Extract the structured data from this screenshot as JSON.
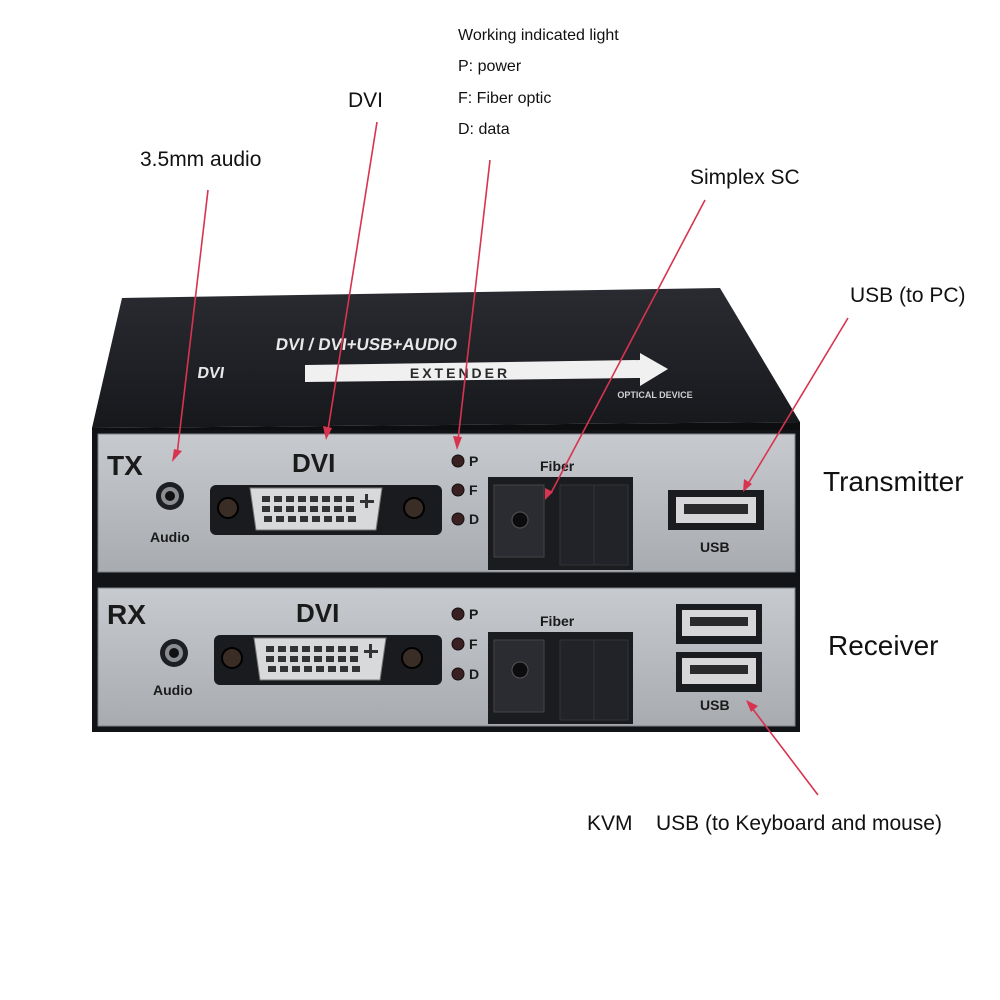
{
  "annotations": {
    "indicator_title": "Working indicated light",
    "indicator_p": "P: power",
    "indicator_f": "F: Fiber optic",
    "indicator_d": "D: data",
    "dvi": "DVI",
    "audio": "3.5mm audio",
    "simplex_sc": "Simplex SC",
    "usb_pc": "USB (to PC)",
    "transmitter": "Transmitter",
    "receiver": "Receiver",
    "kvm": "KVM",
    "usb_kbd": "USB (to Keyboard and mouse)"
  },
  "device": {
    "top_label": "DVI / DVI+USB+AUDIO",
    "top_dvi": "DVI",
    "top_extender": "EXTENDER",
    "top_optical": "OPTICAL DEVICE",
    "tx": {
      "mode": "TX",
      "dvi": "DVI",
      "audio": "Audio",
      "fiber": "Fiber",
      "usb": "USB",
      "led_p": "P",
      "led_f": "F",
      "led_d": "D"
    },
    "rx": {
      "mode": "RX",
      "dvi": "DVI",
      "audio": "Audio",
      "fiber": "Fiber",
      "usb": "USB",
      "led_p": "P",
      "led_f": "F",
      "led_d": "D"
    }
  },
  "colors": {
    "arrow": "#d8334f",
    "chassis": "#1c1d22",
    "panel": "#b9bcc1"
  }
}
